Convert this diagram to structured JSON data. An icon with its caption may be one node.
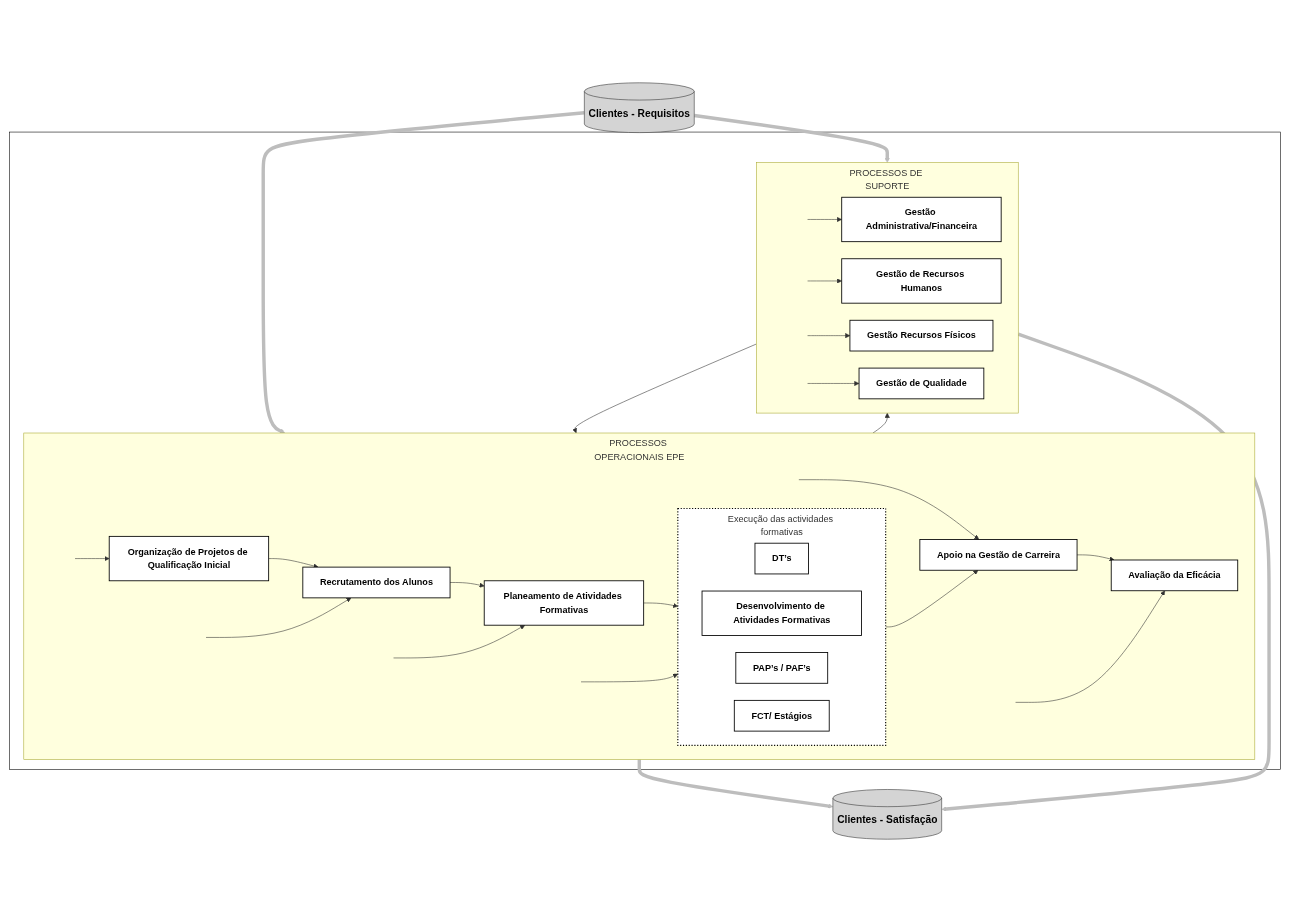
{
  "diagram": {
    "nodes": [
      {
        "text": [
          "Clientes - Requisitos"
        ]
      },
      {
        "text": [],
        "shape": "box"
      },
      {
        "text": [
          "PROCESSOS OPERACIONAIS EPE"
        ],
        "in": 1
      },
      {
        "text": [
          "Organização de Projetos de Qualificação Inicial"
        ],
        "in": 2
      },
      {
        "text": [
          "Recrutamento dos Alunos"
        ],
        "in": 2
      },
      {
        "text": [
          "Planeamento de Atividades Formativas"
        ],
        "in": 2
      },
      {
        "text": [
          "Execução das actividades formativas"
        ],
        "in": 2
      },
      {
        "text": [
          "DT’s"
        ],
        "in": 6
      },
      {
        "text": [
          "Desenvolvimento de Atividades Formativas"
        ],
        "in": 6
      },
      {
        "text": [
          "PAP’s / PAF’s"
        ],
        "in": 6
      },
      {
        "text": [
          "FCT/ Estágios"
        ],
        "in": 6
      },
      {
        "text": [
          "Apoio na Gestão de Carreira"
        ],
        "in": 2
      },
      {
        "text": [
          "Avaliação da Eficácia"
        ],
        "in": 2
      },
      {
        "text": [
          "PROCESSOS DE SUPORTE"
        ],
        "in": 1
      },
      {
        "text": [
          "Gestão Administrativa/Financeira"
        ],
        "in": 13
      },
      {
        "text": [
          "Gestão de Recursos Humanos"
        ],
        "in": 13
      },
      {
        "text": [
          "Gestão Recursos Físicos"
        ],
        "in": 13
      },
      {
        "text": [
          "Gestão de Qualidade"
        ],
        "in": 13
      },
      {
        "text": [
          "Clientes - Satisfação"
        ]
      }
    ],
    "edges": [
      {
        "from": 0,
        "to": 2,
        "arrow": "to",
        "style": "thick",
        "color": "#bdbdbd"
      },
      {
        "from": 0,
        "to": 13,
        "arrow": "to",
        "style": "thick",
        "color": "#bdbdbd"
      },
      {
        "from": null,
        "to": 3,
        "arrow": "to"
      },
      {
        "from": 3,
        "to": 4,
        "arrow": "to"
      },
      {
        "from": null,
        "to": 4,
        "arrow": "to"
      },
      {
        "from": 4,
        "to": 5,
        "arrow": "to"
      },
      {
        "from": null,
        "to": 5,
        "arrow": "to"
      },
      {
        "from": 5,
        "to": 6,
        "arrow": "to"
      },
      {
        "from": null,
        "to": 6,
        "arrow": "to"
      },
      {
        "from": 6,
        "to": 11,
        "arrow": "to"
      },
      {
        "from": null,
        "to": 11,
        "arrow": "to"
      },
      {
        "from": 11,
        "to": 12,
        "arrow": "to"
      },
      {
        "from": null,
        "to": 12,
        "arrow": "to"
      },
      {
        "from": 2,
        "to": 13,
        "arrow": "to"
      },
      {
        "from": 13,
        "to": 2,
        "arrow": "to"
      },
      {
        "from": null,
        "to": 14,
        "arrow": "to"
      },
      {
        "from": null,
        "to": 15,
        "arrow": "to"
      },
      {
        "from": null,
        "to": 16,
        "arrow": "to"
      },
      {
        "from": null,
        "to": 17,
        "arrow": "to"
      },
      {
        "from": 2,
        "to": 18,
        "arrow": "to",
        "style": "thick",
        "color": "#bdbdbd"
      },
      {
        "from": 13,
        "to": 18,
        "arrow": "to",
        "style": "thick",
        "color": "#bdbdbd"
      }
    ]
  }
}
